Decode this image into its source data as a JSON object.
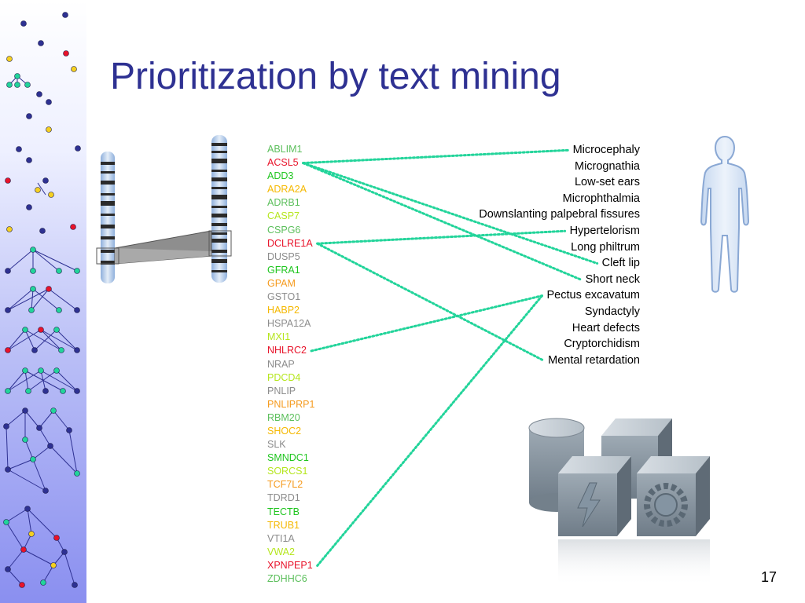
{
  "slide": {
    "title": "Prioritization by text mining",
    "page_number": "17"
  },
  "colors": {
    "title": "#2e3192",
    "link_line": "#22d49a",
    "node_navy": "#2e3192",
    "node_yellow": "#f5d020",
    "node_red": "#e8132a",
    "node_teal": "#22d49a"
  },
  "genes": [
    {
      "name": "ABLIM1",
      "color": "#5cbf5c"
    },
    {
      "name": "ACSL5",
      "color": "#e8132a"
    },
    {
      "name": "ADD3",
      "color": "#1ec51e"
    },
    {
      "name": "ADRA2A",
      "color": "#f5b800"
    },
    {
      "name": "ADRB1",
      "color": "#5cbf5c"
    },
    {
      "name": "CASP7",
      "color": "#b5e61d"
    },
    {
      "name": "CSPG6",
      "color": "#5cbf5c"
    },
    {
      "name": "DCLRE1A",
      "color": "#e8132a"
    },
    {
      "name": "DUSP5",
      "color": "#8c8c8c"
    },
    {
      "name": "GFRA1",
      "color": "#1ec51e"
    },
    {
      "name": "GPAM",
      "color": "#f59a1d"
    },
    {
      "name": "GSTO1",
      "color": "#8c8c8c"
    },
    {
      "name": "HABP2",
      "color": "#f5b800"
    },
    {
      "name": "HSPA12A",
      "color": "#8c8c8c"
    },
    {
      "name": "MXI1",
      "color": "#b5e61d"
    },
    {
      "name": "NHLRC2",
      "color": "#e8132a"
    },
    {
      "name": "NRAP",
      "color": "#8c8c8c"
    },
    {
      "name": "PDCD4",
      "color": "#b5e61d"
    },
    {
      "name": "PNLIP",
      "color": "#8c8c8c"
    },
    {
      "name": "PNLIPRP1",
      "color": "#f59a1d"
    },
    {
      "name": "RBM20",
      "color": "#5cbf5c"
    },
    {
      "name": "SHOC2",
      "color": "#f5b800"
    },
    {
      "name": "SLK",
      "color": "#8c8c8c"
    },
    {
      "name": "SMNDC1",
      "color": "#1ec51e"
    },
    {
      "name": "SORCS1",
      "color": "#b5e61d"
    },
    {
      "name": "TCF7L2",
      "color": "#f59a1d"
    },
    {
      "name": "TDRD1",
      "color": "#8c8c8c"
    },
    {
      "name": "TECTB",
      "color": "#1ec51e"
    },
    {
      "name": "TRUB1",
      "color": "#f5b800"
    },
    {
      "name": "VTI1A",
      "color": "#8c8c8c"
    },
    {
      "name": "VWA2",
      "color": "#b5e61d"
    },
    {
      "name": "XPNPEP1",
      "color": "#e8132a"
    },
    {
      "name": "ZDHHC6",
      "color": "#5cbf5c"
    }
  ],
  "phenotypes": [
    "Microcephaly",
    "Micrognathia",
    "Low-set ears",
    "Microphthalmia",
    "Downslanting palpebral fissures",
    "Hypertelorism",
    "Long philtrum",
    "Cleft lip",
    "Short neck",
    "Pectus excavatum",
    "Syndactyly",
    "Heart defects",
    "Cryptorchidism",
    "Mental retardation"
  ],
  "links": [
    {
      "gene": "ACSL5",
      "phenotype": "Microcephaly"
    },
    {
      "gene": "ACSL5",
      "phenotype": "Cleft lip"
    },
    {
      "gene": "ACSL5",
      "phenotype": "Short neck"
    },
    {
      "gene": "DCLRE1A",
      "phenotype": "Hypertelorism"
    },
    {
      "gene": "DCLRE1A",
      "phenotype": "Mental retardation"
    },
    {
      "gene": "NHLRC2",
      "phenotype": "Pectus excavatum"
    },
    {
      "gene": "XPNPEP1",
      "phenotype": "Pectus excavatum"
    }
  ],
  "icons": {
    "chromosome_pair": "chromosome-zoom-icon",
    "human": "human-silhouette-icon",
    "databases": "database-cubes-icon"
  }
}
